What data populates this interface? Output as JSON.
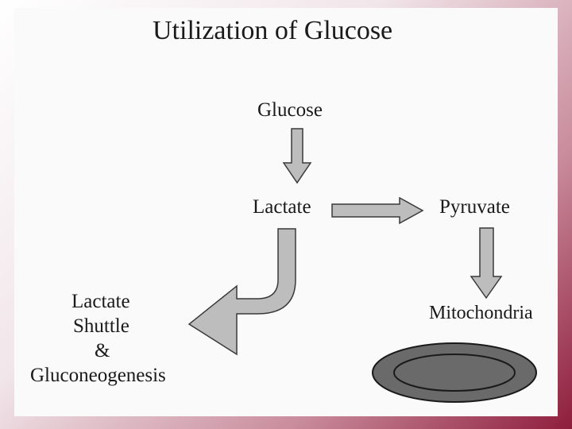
{
  "slide": {
    "title": "Utilization of Glucose",
    "nodes": {
      "glucose": "Glucose",
      "lactate": "Lactate",
      "pyruvate": "Pyruvate",
      "mitochondria": "Mitochondria",
      "shuttle_lines": [
        "Lactate",
        "Shuttle",
        "&",
        "Gluconeogenesis"
      ]
    },
    "colors": {
      "arrow_fill": "#bdbdbd",
      "arrow_stroke": "#3a3a3a",
      "cell_fill": "#6a6a6a",
      "background_accent": "#8e1d3c"
    }
  }
}
